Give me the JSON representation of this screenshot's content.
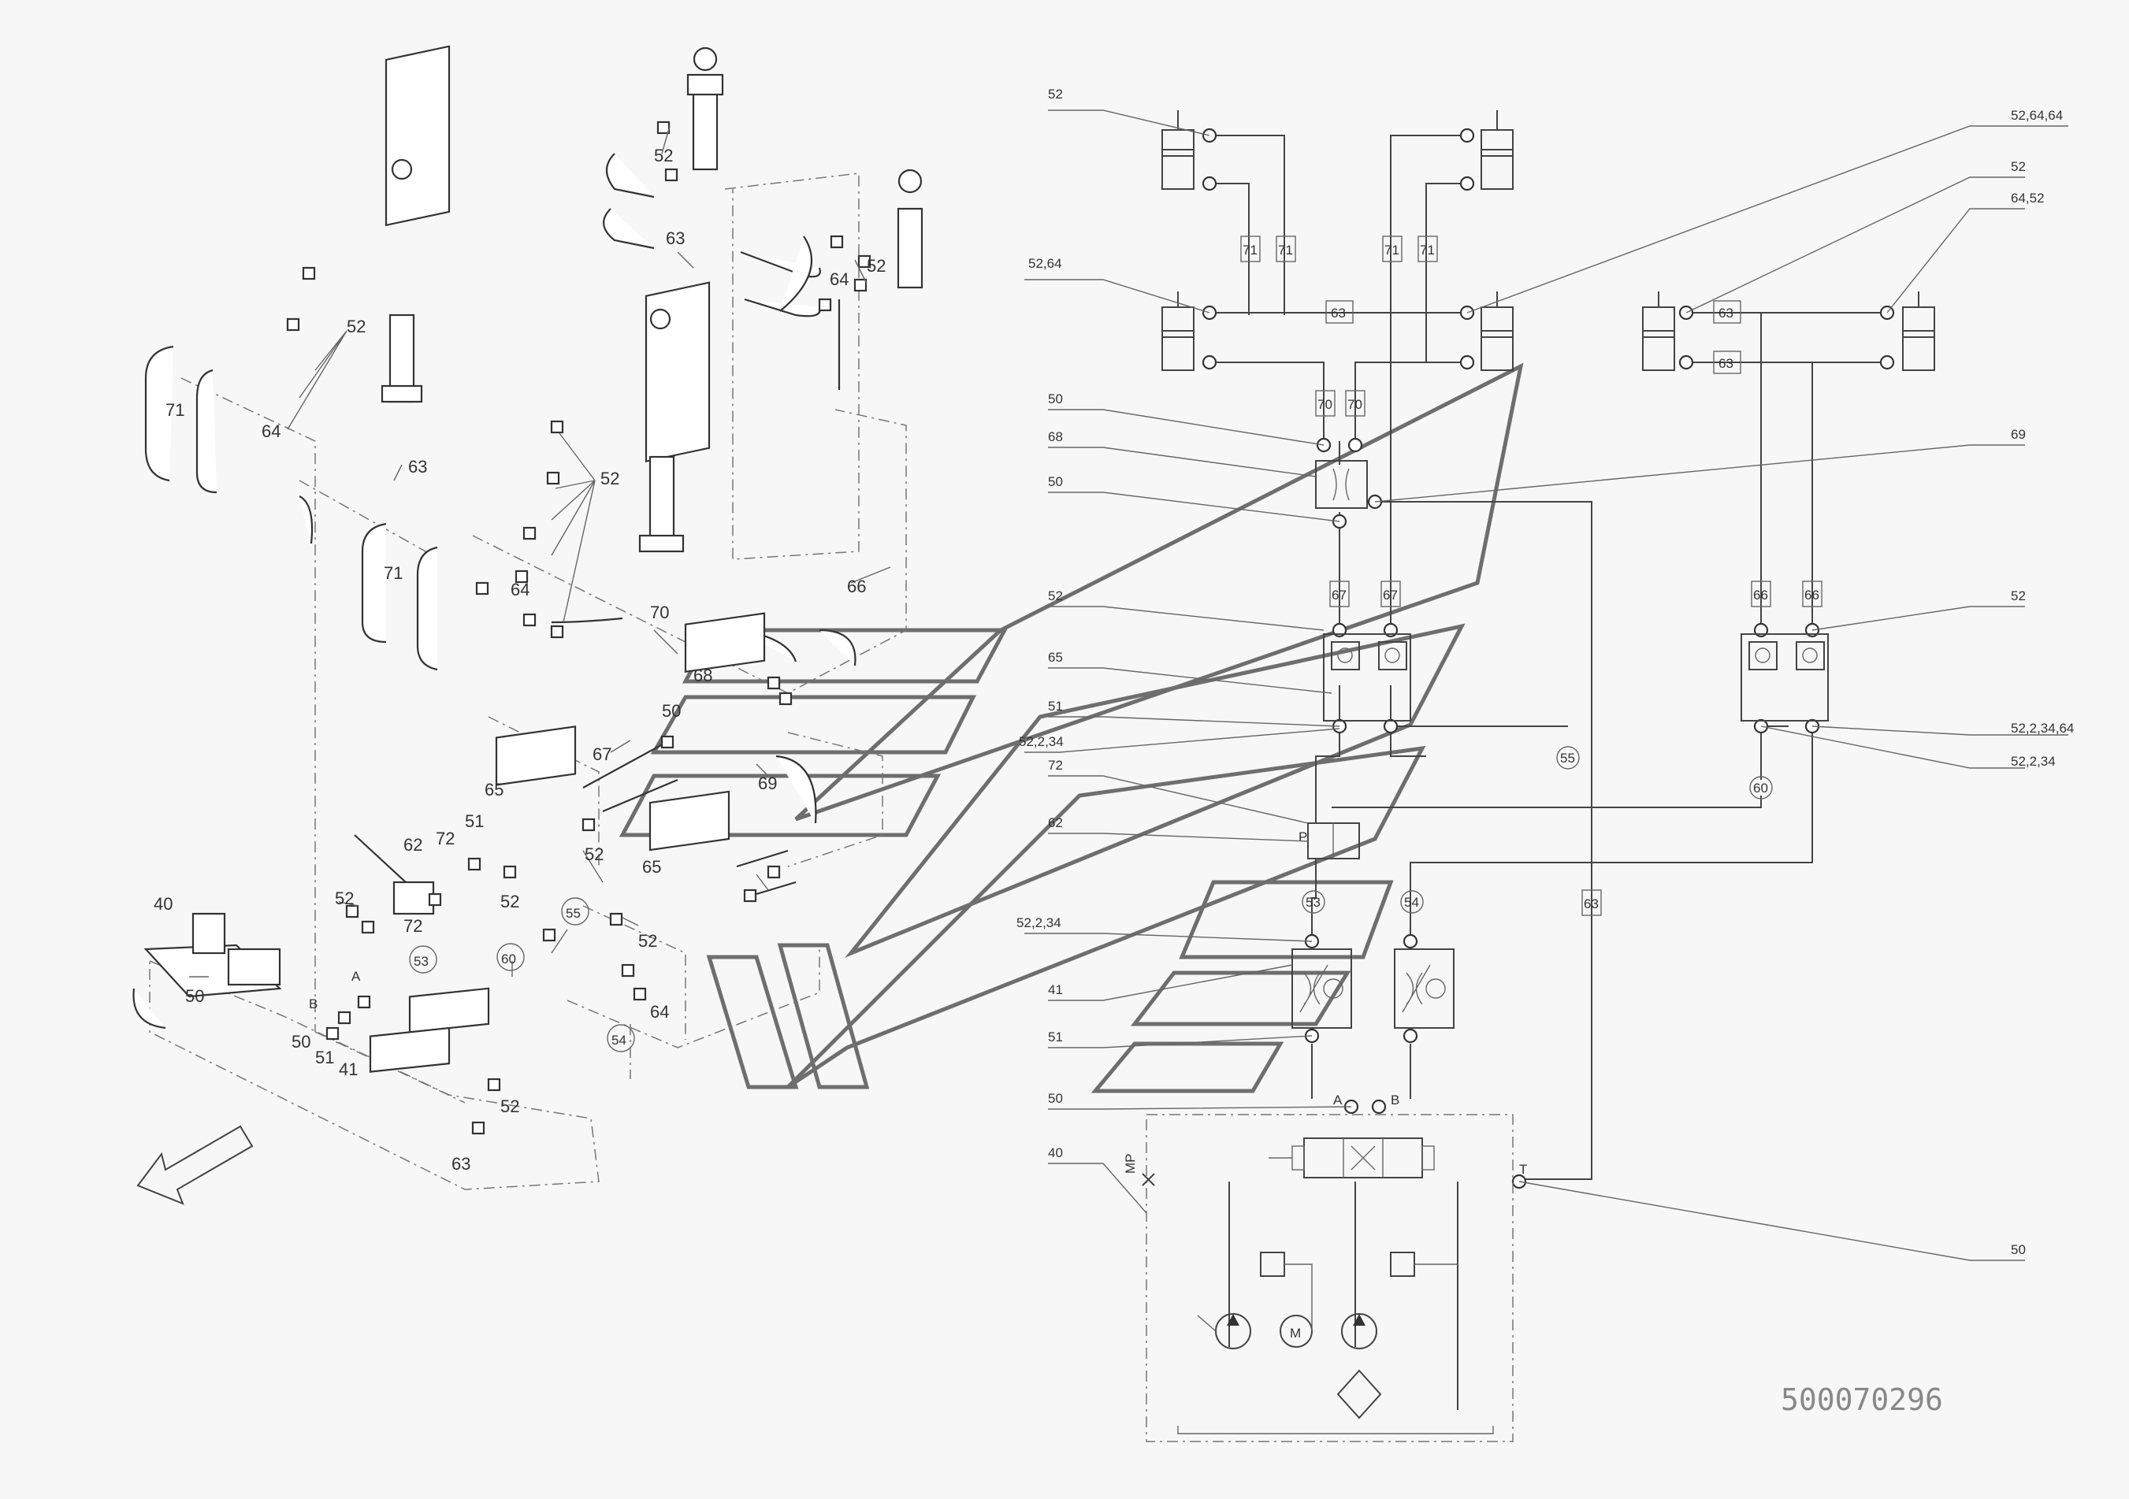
{
  "drawing_number": "500070296",
  "exploded_view": {
    "callouts": [
      "40",
      "41",
      "50",
      "50",
      "50",
      "51",
      "51",
      "52",
      "52",
      "52",
      "52",
      "52",
      "52",
      "52",
      "52",
      "52",
      "53",
      "54",
      "55",
      "60",
      "62",
      "63",
      "63",
      "63",
      "64",
      "64",
      "64",
      "64",
      "65",
      "65",
      "66",
      "67",
      "68",
      "69",
      "70",
      "71",
      "71",
      "72",
      "72"
    ],
    "port_labels": {
      "a": "A",
      "b": "B"
    }
  },
  "schematic": {
    "leaders_left": [
      "52",
      "52,64",
      "50",
      "68",
      "50",
      "52",
      "65",
      "51",
      "52,2,34",
      "72",
      "62",
      "52,2,34",
      "41",
      "51",
      "50",
      "40"
    ],
    "leaders_right": [
      "52,64,64",
      "52",
      "64,52",
      "69",
      "52",
      "52,2,34,64",
      "52,2,34",
      "50"
    ],
    "line_tags": [
      "71",
      "71",
      "71",
      "71",
      "63",
      "70",
      "70",
      "67",
      "67",
      "66",
      "66",
      "63",
      "63",
      "63"
    ],
    "circle_tags": [
      "55",
      "60",
      "53",
      "54"
    ],
    "port_labels": {
      "a": "A",
      "b": "B",
      "t": "T",
      "mp": "MP",
      "p": "P"
    },
    "motor_label": "M"
  },
  "watermark_logo": "stylized-chevron-logo"
}
